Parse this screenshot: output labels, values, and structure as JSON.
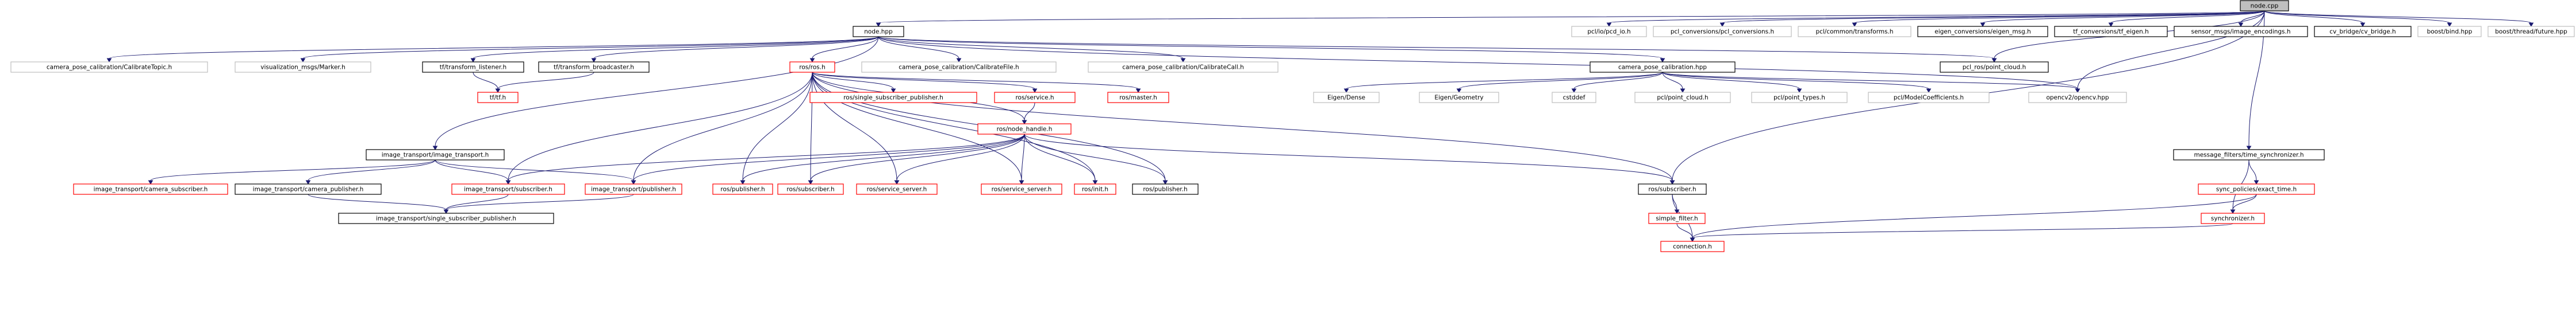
{
  "diagram": {
    "colors": {
      "edge": "#191970",
      "documented_border": "#000000",
      "undocumented_border": "#ff0000",
      "external_border": "#bfbfbf",
      "root_fill": "#bfbfbf"
    },
    "nodes": [
      {
        "id": "node_cpp",
        "label": "node.cpp",
        "kind": "root"
      },
      {
        "id": "node_hpp",
        "label": "node.hpp",
        "kind": "doc"
      },
      {
        "id": "calib_topic",
        "label": "camera_pose_calibration/CalibrateTopic.h",
        "kind": "ext"
      },
      {
        "id": "vis_marker",
        "label": "visualization_msgs/Marker.h",
        "kind": "ext"
      },
      {
        "id": "tf_listener",
        "label": "tf/transform_listener.h",
        "kind": "doc"
      },
      {
        "id": "tf_broadcaster",
        "label": "tf/transform_broadcaster.h",
        "kind": "doc"
      },
      {
        "id": "ros_ros",
        "label": "ros/ros.h",
        "kind": "undoc"
      },
      {
        "id": "calib_file",
        "label": "camera_pose_calibration/CalibrateFile.h",
        "kind": "ext"
      },
      {
        "id": "calib_call",
        "label": "camera_pose_calibration/CalibrateCall.h",
        "kind": "ext"
      },
      {
        "id": "cam_pose_calib",
        "label": "camera_pose_calibration.hpp",
        "kind": "doc"
      },
      {
        "id": "pcl_ros_pc",
        "label": "pcl_ros/point_cloud.h",
        "kind": "doc"
      },
      {
        "id": "pcl_io",
        "label": "pcl/io/pcd_io.h",
        "kind": "ext"
      },
      {
        "id": "pcl_conv",
        "label": "pcl_conversions/pcl_conversions.h",
        "kind": "ext"
      },
      {
        "id": "pcl_common",
        "label": "pcl/common/transforms.h",
        "kind": "ext"
      },
      {
        "id": "eigen_conv",
        "label": "eigen_conversions/eigen_msg.h",
        "kind": "doc"
      },
      {
        "id": "tf_conv",
        "label": "tf_conversions/tf_eigen.h",
        "kind": "doc"
      },
      {
        "id": "sensor_enc",
        "label": "sensor_msgs/image_encodings.h",
        "kind": "doc"
      },
      {
        "id": "cv_bridge",
        "label": "cv_bridge/cv_bridge.h",
        "kind": "doc"
      },
      {
        "id": "boost_bind",
        "label": "boost/bind.hpp",
        "kind": "ext"
      },
      {
        "id": "boost_future",
        "label": "boost/thread/future.hpp",
        "kind": "ext"
      },
      {
        "id": "tf_tf",
        "label": "tf/tf.h",
        "kind": "undoc"
      },
      {
        "id": "ros_single_pub",
        "label": "ros/single_subscriber_publisher.h",
        "kind": "undoc"
      },
      {
        "id": "ros_service",
        "label": "ros/service.h",
        "kind": "undoc"
      },
      {
        "id": "ros_master",
        "label": "ros/master.h",
        "kind": "undoc"
      },
      {
        "id": "eigen_dense",
        "label": "Eigen/Dense",
        "kind": "ext"
      },
      {
        "id": "eigen_geom",
        "label": "Eigen/Geometry",
        "kind": "ext"
      },
      {
        "id": "cstddef",
        "label": "cstddef",
        "kind": "ext"
      },
      {
        "id": "pcl_point_cloud",
        "label": "pcl/point_cloud.h",
        "kind": "ext"
      },
      {
        "id": "pcl_point_types",
        "label": "pcl/point_types.h",
        "kind": "ext"
      },
      {
        "id": "pcl_model_coeff",
        "label": "pcl/ModelCoefficients.h",
        "kind": "ext"
      },
      {
        "id": "opencv",
        "label": "opencv2/opencv.hpp",
        "kind": "ext"
      },
      {
        "id": "msg_filters_ts",
        "label": "message_filters/time_synchronizer.h",
        "kind": "doc"
      },
      {
        "id": "ros_node_handle",
        "label": "ros/node_handle.h",
        "kind": "undoc"
      },
      {
        "id": "image_transport",
        "label": "image_transport/image_transport.h",
        "kind": "doc"
      },
      {
        "id": "sync_policies",
        "label": "sync_policies/exact_time.h",
        "kind": "undoc"
      },
      {
        "id": "it_cam_sub",
        "label": "image_transport/camera_subscriber.h",
        "kind": "undoc"
      },
      {
        "id": "it_cam_pub",
        "label": "image_transport/camera_publisher.h",
        "kind": "doc"
      },
      {
        "id": "it_sub",
        "label": "image_transport/subscriber.h",
        "kind": "undoc"
      },
      {
        "id": "it_pub",
        "label": "image_transport/publisher.h",
        "kind": "undoc"
      },
      {
        "id": "ros_publisher_r",
        "label": "ros/publisher.h",
        "kind": "undoc"
      },
      {
        "id": "ros_subscriber_r",
        "label": "ros/subscriber.h",
        "kind": "undoc"
      },
      {
        "id": "ros_service_server",
        "label": "ros/service_server.h",
        "kind": "undoc"
      },
      {
        "id": "ros_service_server2",
        "label": "ros/service_server.h",
        "kind": "undoc"
      },
      {
        "id": "ros_init",
        "label": "ros/init.h",
        "kind": "undoc"
      },
      {
        "id": "ros_publisher_b",
        "label": "ros/publisher.h",
        "kind": "doc"
      },
      {
        "id": "ros_subscriber_b",
        "label": "ros/subscriber.h",
        "kind": "doc"
      },
      {
        "id": "synchronizer",
        "label": "synchronizer.h",
        "kind": "undoc"
      },
      {
        "id": "simple_filter",
        "label": "simple_filter.h",
        "kind": "undoc"
      },
      {
        "id": "it_single_pub",
        "label": "image_transport/single_subscriber_publisher.h",
        "kind": "doc"
      },
      {
        "id": "connection",
        "label": "connection.h",
        "kind": "undoc"
      }
    ],
    "edges": [
      [
        "node_cpp",
        "node_hpp"
      ],
      [
        "node_cpp",
        "pcl_ros_pc"
      ],
      [
        "node_cpp",
        "pcl_io"
      ],
      [
        "node_cpp",
        "pcl_conv"
      ],
      [
        "node_cpp",
        "pcl_common"
      ],
      [
        "node_cpp",
        "eigen_conv"
      ],
      [
        "node_cpp",
        "tf_conv"
      ],
      [
        "node_cpp",
        "sensor_enc"
      ],
      [
        "node_cpp",
        "cv_bridge"
      ],
      [
        "node_cpp",
        "boost_bind"
      ],
      [
        "node_cpp",
        "boost_future"
      ],
      [
        "node_cpp",
        "opencv"
      ],
      [
        "node_cpp",
        "ros_subscriber_b"
      ],
      [
        "node_cpp",
        "msg_filters_ts"
      ],
      [
        "node_hpp",
        "calib_topic"
      ],
      [
        "node_hpp",
        "vis_marker"
      ],
      [
        "node_hpp",
        "tf_listener"
      ],
      [
        "node_hpp",
        "tf_broadcaster"
      ],
      [
        "node_hpp",
        "ros_ros"
      ],
      [
        "node_hpp",
        "calib_file"
      ],
      [
        "node_hpp",
        "calib_call"
      ],
      [
        "node_hpp",
        "cam_pose_calib"
      ],
      [
        "node_hpp",
        "pcl_ros_pc"
      ],
      [
        "node_hpp",
        "opencv"
      ],
      [
        "node_hpp",
        "image_transport"
      ],
      [
        "tf_listener",
        "tf_tf"
      ],
      [
        "tf_broadcaster",
        "tf_tf"
      ],
      [
        "ros_ros",
        "ros_single_pub"
      ],
      [
        "ros_ros",
        "ros_service"
      ],
      [
        "ros_ros",
        "ros_master"
      ],
      [
        "ros_ros",
        "ros_node_handle"
      ],
      [
        "ros_ros",
        "it_sub"
      ],
      [
        "ros_ros",
        "it_pub"
      ],
      [
        "ros_ros",
        "ros_publisher_r"
      ],
      [
        "ros_ros",
        "ros_subscriber_r"
      ],
      [
        "ros_ros",
        "ros_service_server"
      ],
      [
        "ros_ros",
        "ros_service_server2"
      ],
      [
        "ros_ros",
        "ros_init"
      ],
      [
        "ros_ros",
        "ros_publisher_b"
      ],
      [
        "ros_ros",
        "ros_subscriber_b"
      ],
      [
        "cam_pose_calib",
        "eigen_dense"
      ],
      [
        "cam_pose_calib",
        "eigen_geom"
      ],
      [
        "cam_pose_calib",
        "cstddef"
      ],
      [
        "cam_pose_calib",
        "pcl_point_cloud"
      ],
      [
        "cam_pose_calib",
        "pcl_point_types"
      ],
      [
        "cam_pose_calib",
        "pcl_model_coeff"
      ],
      [
        "cam_pose_calib",
        "opencv"
      ],
      [
        "ros_service",
        "ros_node_handle"
      ],
      [
        "ros_node_handle",
        "it_sub"
      ],
      [
        "ros_node_handle",
        "it_pub"
      ],
      [
        "ros_node_handle",
        "ros_publisher_r"
      ],
      [
        "ros_node_handle",
        "ros_subscriber_r"
      ],
      [
        "ros_node_handle",
        "ros_service_server"
      ],
      [
        "ros_node_handle",
        "ros_service_server2"
      ],
      [
        "ros_node_handle",
        "ros_init"
      ],
      [
        "ros_node_handle",
        "ros_publisher_b"
      ],
      [
        "ros_node_handle",
        "ros_subscriber_b"
      ],
      [
        "image_transport",
        "it_cam_sub"
      ],
      [
        "image_transport",
        "it_cam_pub"
      ],
      [
        "image_transport",
        "it_sub"
      ],
      [
        "image_transport",
        "it_pub"
      ],
      [
        "it_cam_pub",
        "it_single_pub"
      ],
      [
        "it_sub",
        "it_single_pub"
      ],
      [
        "it_pub",
        "it_single_pub"
      ],
      [
        "msg_filters_ts",
        "sync_policies"
      ],
      [
        "msg_filters_ts",
        "synchronizer"
      ],
      [
        "sync_policies",
        "synchronizer"
      ],
      [
        "sync_policies",
        "connection"
      ],
      [
        "ros_subscriber_b",
        "simple_filter"
      ],
      [
        "ros_subscriber_b",
        "connection"
      ],
      [
        "simple_filter",
        "connection"
      ],
      [
        "synchronizer",
        "connection"
      ]
    ]
  }
}
